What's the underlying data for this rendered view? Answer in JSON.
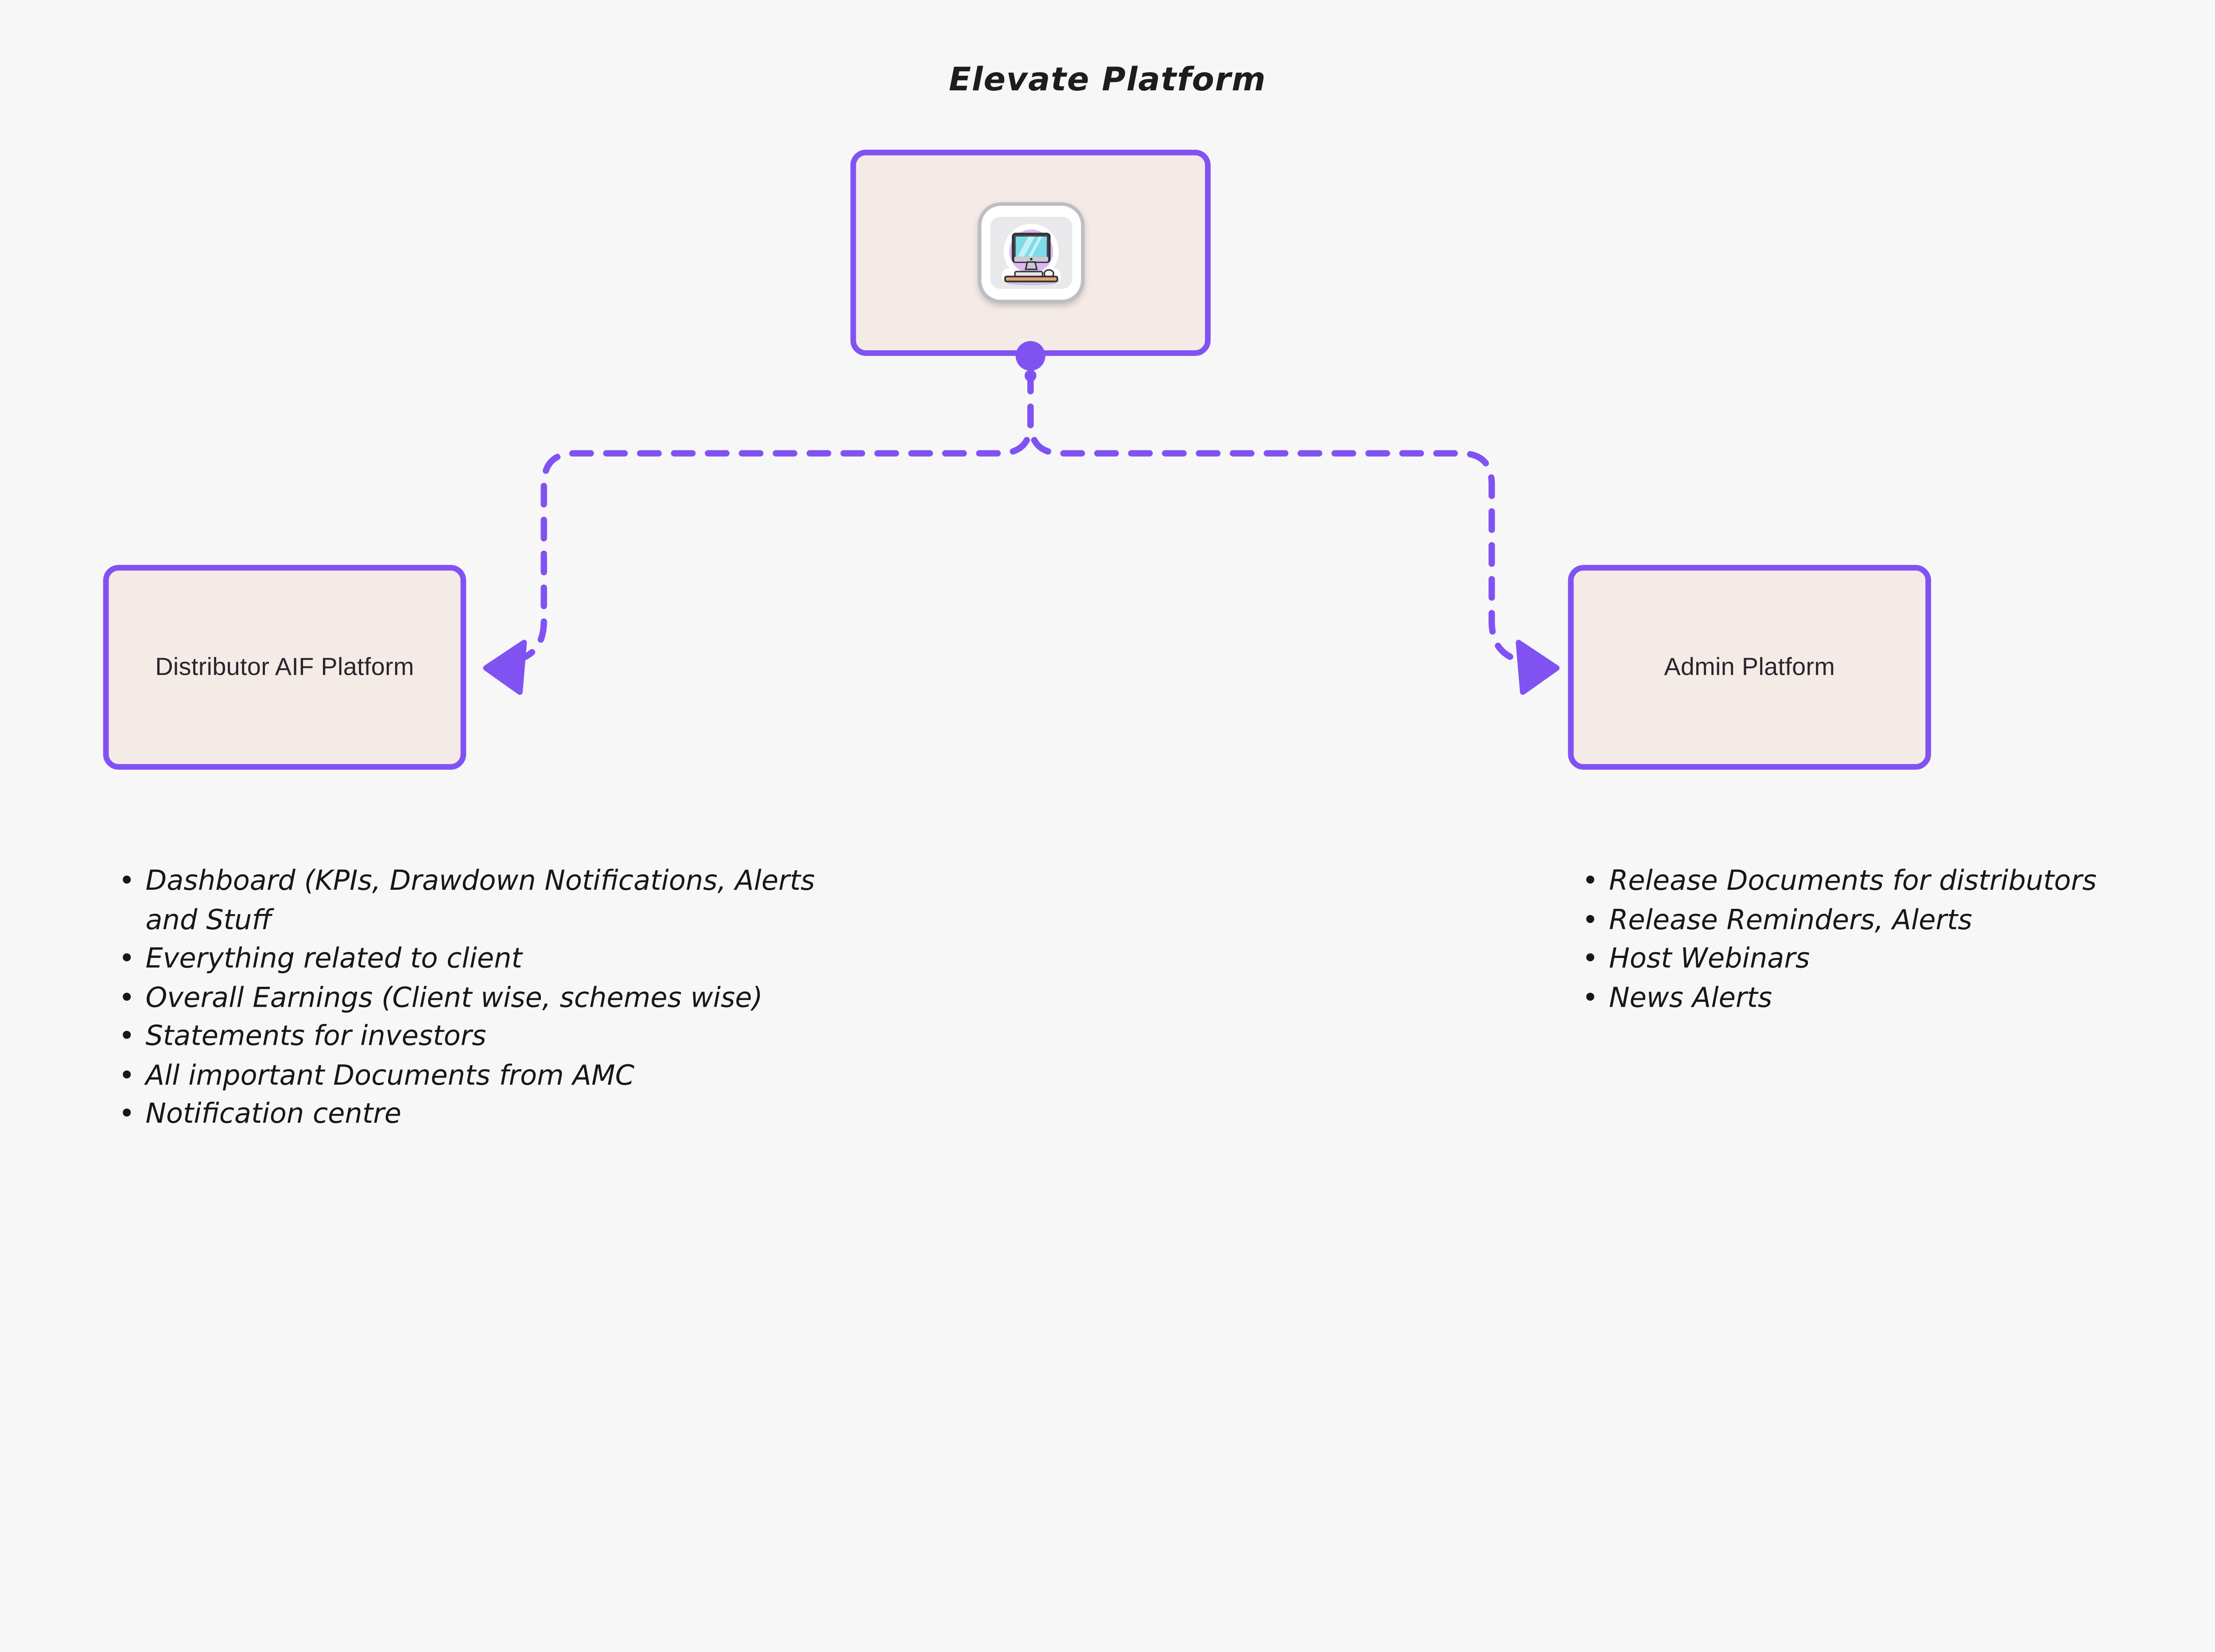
{
  "title": "Elevate Platform",
  "colors": {
    "background": "#f7f7f8",
    "accent_purple": "#8152f2",
    "node_fill": "#f4ebe7",
    "text_dark": "#26262e",
    "handwriting": "#171717",
    "icon_circle_purple": "#dcb8f2",
    "icon_screen_cyan": "#7edcea",
    "icon_desk_tan": "#dea76b"
  },
  "nodes": {
    "root": {
      "label": "",
      "icon": "desktop-computer-illustration"
    },
    "left": {
      "label": "Distributor AIF Platform"
    },
    "right": {
      "label": "Admin Platform"
    }
  },
  "left_list": {
    "items": [
      "Dashboard (KPIs, Drawdown Notifications, Alerts\nand Stuff",
      "Everything related to client",
      "Overall Earnings (Client wise, schemes wise)",
      "Statements for investors",
      "All important Documents from AMC",
      "Notification centre"
    ]
  },
  "right_list": {
    "items": [
      "Release Documents for distributors",
      "Release Reminders, Alerts",
      "Host Webinars",
      "News Alerts"
    ]
  }
}
